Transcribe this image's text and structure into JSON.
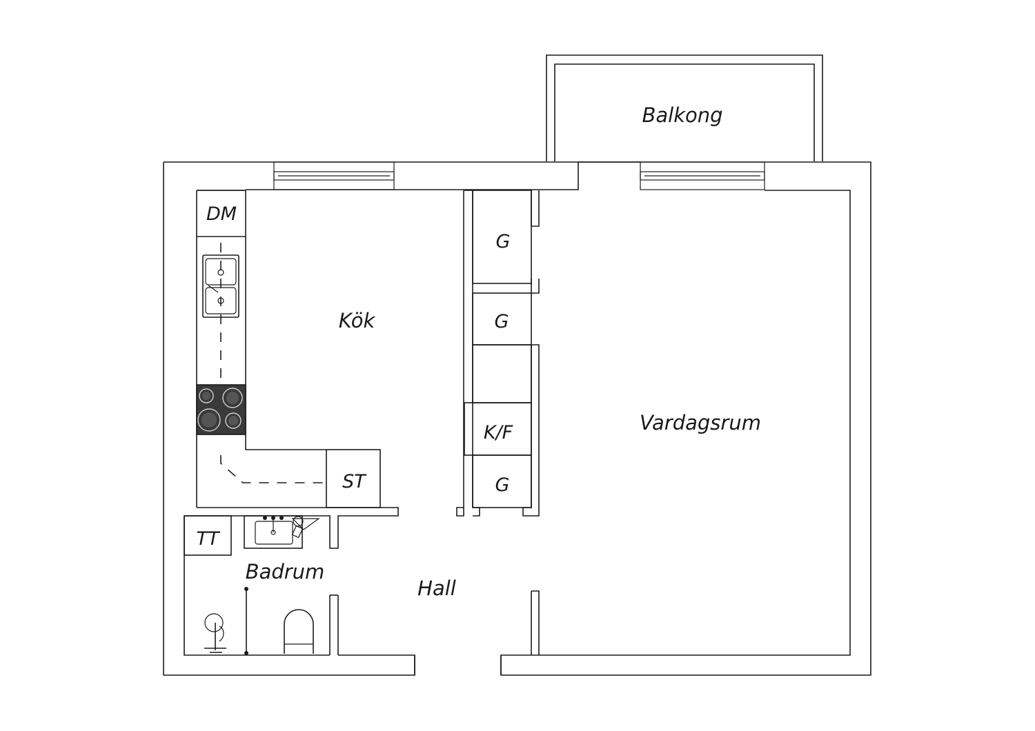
{
  "rooms": {
    "balcony": "Balkong",
    "kitchen": "Kök",
    "living_room": "Vardagsrum",
    "bathroom": "Badrum",
    "hall": "Hall"
  },
  "fixtures": {
    "dishwasher": "DM",
    "wardrobe_1": "G",
    "wardrobe_2": "G",
    "wardrobe_3": "G",
    "fridge_freezer": "K/F",
    "storage": "ST",
    "washing_machine": "TT"
  },
  "colors": {
    "line": "#1a1a1a",
    "stove": "#3a3a3a",
    "background": "#ffffff"
  }
}
